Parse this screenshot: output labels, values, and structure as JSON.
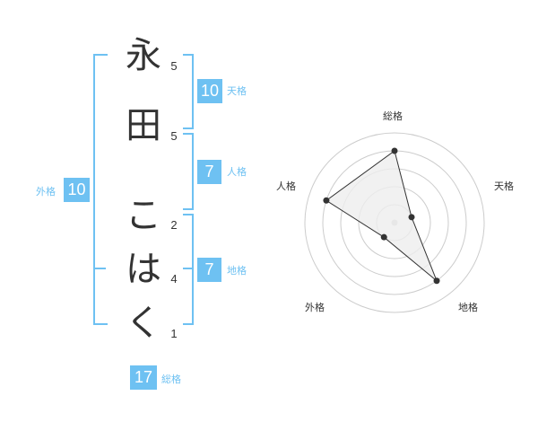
{
  "name": {
    "characters": [
      {
        "char": "永",
        "strokes": "5"
      },
      {
        "char": "田",
        "strokes": "5"
      },
      {
        "char": "こ",
        "strokes": "2"
      },
      {
        "char": "は",
        "strokes": "4"
      },
      {
        "char": "く",
        "strokes": "1"
      }
    ]
  },
  "fortunes": {
    "tenkaku": {
      "value": "10",
      "label": "天格"
    },
    "jinkaku": {
      "value": "7",
      "label": "人格"
    },
    "chikaku": {
      "value": "7",
      "label": "地格"
    },
    "gaikaku": {
      "value": "10",
      "label": "外格"
    },
    "soukaku": {
      "value": "17",
      "label": "総格"
    }
  },
  "colors": {
    "accent": "#6ec1f2",
    "text": "#333333",
    "grid": "#cccccc"
  },
  "radar": {
    "axes": [
      "総格",
      "天格",
      "地格",
      "外格",
      "人格"
    ],
    "values": [
      4,
      1,
      4,
      1,
      4
    ],
    "max": 5
  }
}
